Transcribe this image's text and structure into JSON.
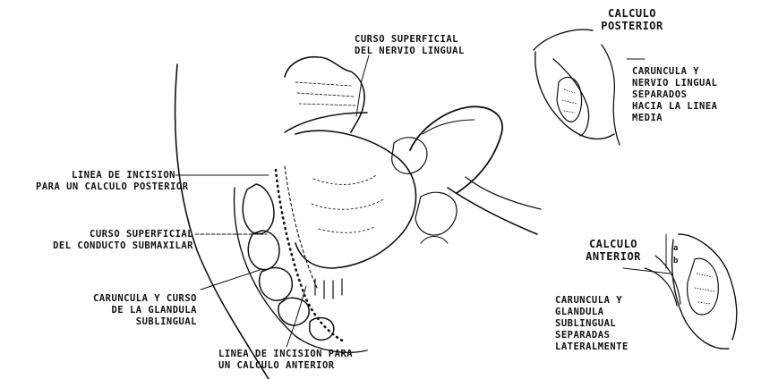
{
  "labels": {
    "curso_nervio": [
      "CURSO SUPERFICIAL",
      "DEL NERVIO LINGUAL"
    ],
    "linea_posterior": [
      "LINEA DE INCISION",
      "PARA UN CALCULO POSTERIOR"
    ],
    "curso_conducto": [
      "CURSO SUPERFICIAL",
      "DEL CONDUCTO SUBMAXILAR"
    ],
    "caruncula_glandula": [
      "CARUNCULA Y CURSO",
      "DE LA GLANDULA",
      "SUBLINGUAL"
    ],
    "linea_anterior": [
      "LINEA DE INCISION PARA",
      "UN CALCULO ANTERIOR"
    ],
    "calculo_posterior_title": [
      "CALCULO",
      "POSTERIOR"
    ],
    "posterior_desc": [
      "CARUNCULA Y",
      "NERVIO LINGUAL",
      "SEPARADOS",
      "HACIA LA LINEA",
      "MEDIA"
    ],
    "calculo_anterior_title": [
      "CALCULO",
      "ANTERIOR"
    ],
    "anterior_desc": [
      "CARUNCULA Y",
      "GLANDULA",
      "SUBLINGUAL",
      "SEPARADAS",
      "LATERALMENTE"
    ],
    "inset_marks": [
      "a",
      "b"
    ]
  }
}
